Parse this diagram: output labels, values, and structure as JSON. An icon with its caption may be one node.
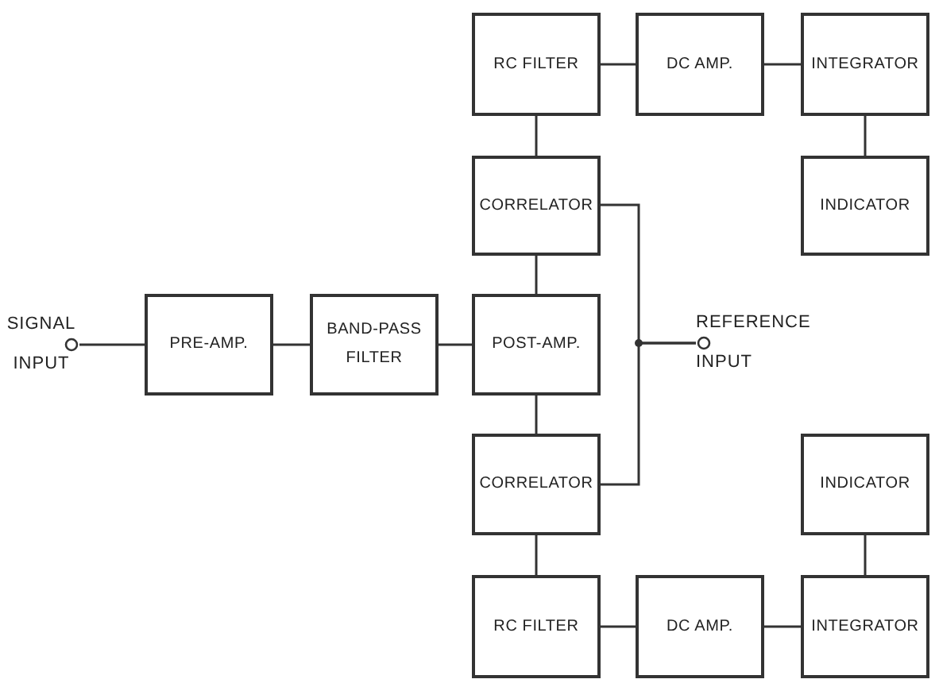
{
  "diagram": {
    "nodes": [
      {
        "text": [
          "SIGNAL",
          "INPUT"
        ]
      },
      {
        "text": [
          "PRE-AMP."
        ]
      },
      {
        "text": [
          "BAND-PASS FILTER"
        ]
      },
      {
        "text": [
          "POST-AMP."
        ]
      },
      {
        "text": [
          "CORRELATOR"
        ]
      },
      {
        "text": [
          "RC FILTER"
        ]
      },
      {
        "text": [
          "DC AMP."
        ]
      },
      {
        "text": [
          "INTEGRATOR"
        ]
      },
      {
        "text": [
          "INDICATOR"
        ]
      },
      {
        "text": [
          "REFERENCE",
          "INPUT"
        ]
      },
      {
        "text": [
          "CORRELATOR"
        ]
      },
      {
        "text": [
          "RC FILTER"
        ]
      },
      {
        "text": [
          "DC AMP."
        ]
      },
      {
        "text": [
          "INDICATOR"
        ]
      },
      {
        "text": [
          "INTEGRATOR"
        ]
      }
    ],
    "edges": [
      {
        "from": 0,
        "to": 1,
        "arrow": "none"
      },
      {
        "from": 1,
        "to": 2,
        "arrow": "none"
      },
      {
        "from": 2,
        "to": 3,
        "arrow": "none"
      },
      {
        "from": 3,
        "to": 4,
        "arrow": "none"
      },
      {
        "from": 4,
        "to": 5,
        "arrow": "none"
      },
      {
        "from": 5,
        "to": 6,
        "arrow": "none"
      },
      {
        "from": 6,
        "to": 7,
        "arrow": "none"
      },
      {
        "from": 7,
        "to": 8,
        "arrow": "none"
      },
      {
        "from": 9,
        "to": 4,
        "arrow": "none"
      },
      {
        "from": 9,
        "to": 10,
        "arrow": "none"
      },
      {
        "from": 3,
        "to": 10,
        "arrow": "none"
      },
      {
        "from": 10,
        "to": 11,
        "arrow": "none"
      },
      {
        "from": 11,
        "to": 12,
        "arrow": "none"
      },
      {
        "from": 12,
        "to": 14,
        "arrow": "none"
      },
      {
        "from": 14,
        "to": 13,
        "arrow": "none"
      }
    ]
  }
}
